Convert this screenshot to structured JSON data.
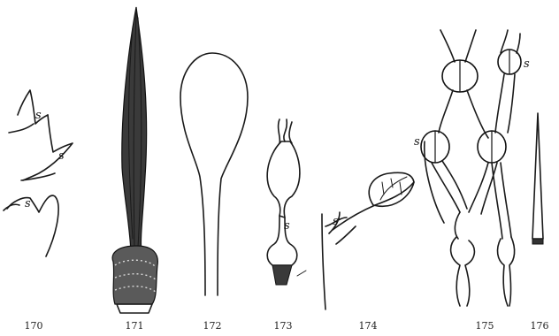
{
  "figure_numbers": [
    "170",
    "171",
    "172",
    "173",
    "174",
    "175",
    "176"
  ],
  "glyph_s": "s"
}
